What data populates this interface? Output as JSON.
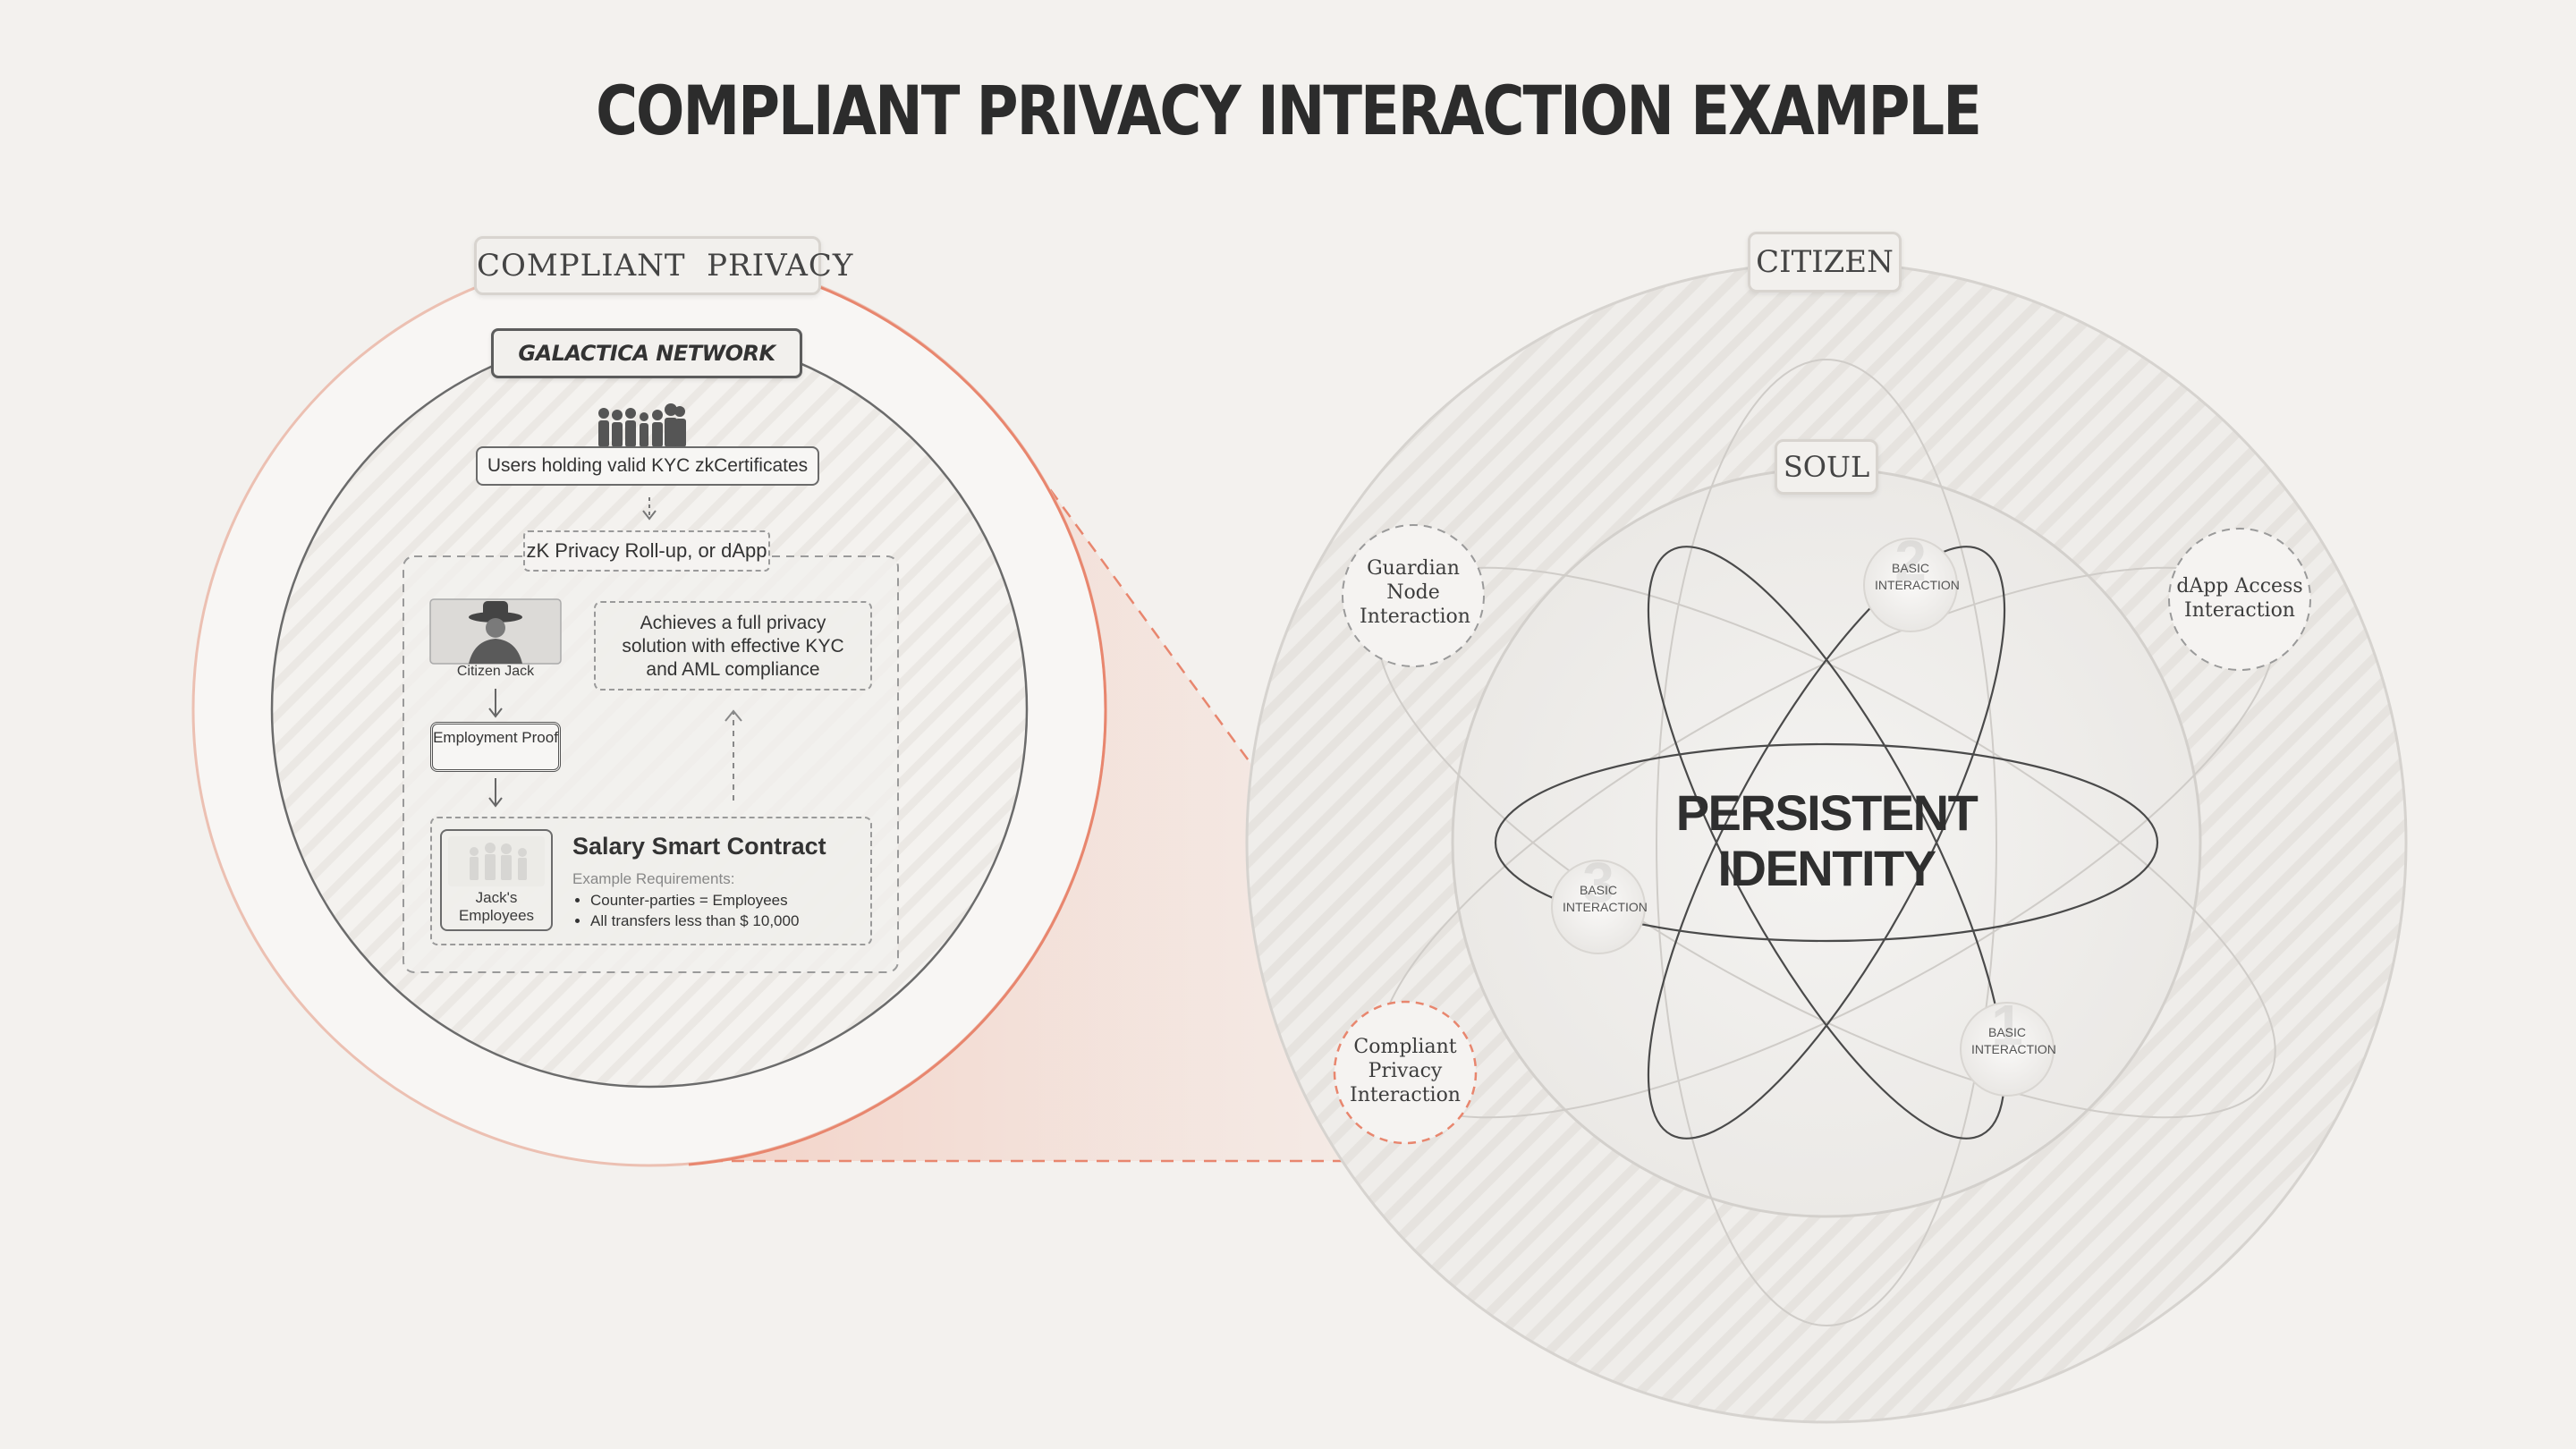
{
  "title": "COMPLIANT PRIVACY INTERACTION EXAMPLE",
  "left_panel": {
    "label": "COMPLIANT  PRIVACY",
    "network_logo": "GALACTICA NETWORK",
    "users_icon": "people-group-icon",
    "users_label": "Users holding valid KYC zkCertificates",
    "rollup_label": "zK Privacy Roll-up, or dApp",
    "citizen_icon": "person-with-hat-icon",
    "citizen_label": "Citizen Jack",
    "employment_proof": "Employment Proof",
    "privacy_solution": "Achieves a full privacy solution with effective KYC and AML compliance",
    "contract": {
      "title": "Salary Smart Contract",
      "subtitle": "Example Requirements:",
      "requirements": [
        "Counter-parties = Employees",
        "All transfers less than  $ 10,000"
      ],
      "employees_icon": "employees-group-icon",
      "employees_label": "Jack's Employees"
    }
  },
  "right_panel": {
    "label": "CITIZEN",
    "soul_label": "SOUL",
    "center_text": "PERSISTENT IDENTITY",
    "nodes": {
      "guardian": "Guardian Node Interaction",
      "dapp": "dApp Access Interaction",
      "compliant": "Compliant Privacy Interaction"
    },
    "basic": [
      {
        "number": "2",
        "label": "BASIC INTERACTION"
      },
      {
        "number": "3",
        "label": "BASIC INTERACTION"
      },
      {
        "number": "1",
        "label": "BASIC INTERACTION"
      }
    ]
  },
  "colors": {
    "accent": "#e8866e",
    "ink": "#2c2c2c",
    "background": "#f3f1ee"
  }
}
